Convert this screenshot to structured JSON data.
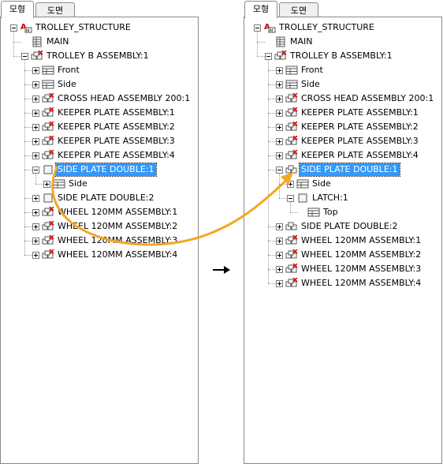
{
  "tabs": [
    "모형",
    "도면"
  ],
  "left_tree": [
    {
      "label": "TROLLEY_STRUCTURE",
      "depth": 0,
      "icon": "model-root-icon",
      "exp": "minus"
    },
    {
      "label": "MAIN",
      "depth": 1,
      "icon": "sheet-table-icon",
      "exp": "none"
    },
    {
      "label": "TROLLEY B ASSEMBLY:1",
      "depth": 1,
      "icon": "assembly-x-icon",
      "exp": "minus"
    },
    {
      "label": "Front",
      "depth": 2,
      "icon": "view-icon",
      "exp": "plus"
    },
    {
      "label": "Side",
      "depth": 2,
      "icon": "view-icon",
      "exp": "plus"
    },
    {
      "label": "CROSS HEAD ASSEMBLY 200:1",
      "depth": 2,
      "icon": "assembly-x-icon",
      "exp": "plus"
    },
    {
      "label": "KEEPER PLATE ASSEMBLY:1",
      "depth": 2,
      "icon": "assembly-x-icon",
      "exp": "plus"
    },
    {
      "label": "KEEPER PLATE ASSEMBLY:2",
      "depth": 2,
      "icon": "assembly-x-icon",
      "exp": "plus"
    },
    {
      "label": "KEEPER PLATE ASSEMBLY:3",
      "depth": 2,
      "icon": "assembly-x-icon",
      "exp": "plus"
    },
    {
      "label": "KEEPER PLATE ASSEMBLY:4",
      "depth": 2,
      "icon": "assembly-x-icon",
      "exp": "plus"
    },
    {
      "label": "SIDE PLATE DOUBLE:1",
      "depth": 2,
      "icon": "part-icon",
      "exp": "minus",
      "selected": true
    },
    {
      "label": "Side",
      "depth": 3,
      "icon": "view-icon",
      "exp": "plus"
    },
    {
      "label": "SIDE PLATE DOUBLE:2",
      "depth": 2,
      "icon": "part-icon",
      "exp": "plus"
    },
    {
      "label": "WHEEL 120MM ASSEMBLY:1",
      "depth": 2,
      "icon": "assembly-x-icon",
      "exp": "plus"
    },
    {
      "label": "WHEEL 120MM ASSEMBLY:2",
      "depth": 2,
      "icon": "assembly-x-icon",
      "exp": "plus"
    },
    {
      "label": "WHEEL 120MM ASSEMBLY:3",
      "depth": 2,
      "icon": "assembly-x-icon",
      "exp": "plus"
    },
    {
      "label": "WHEEL 120MM ASSEMBLY:4",
      "depth": 2,
      "icon": "assembly-x-icon",
      "exp": "plus"
    }
  ],
  "right_tree": [
    {
      "label": "TROLLEY_STRUCTURE",
      "depth": 0,
      "icon": "model-root-icon",
      "exp": "minus"
    },
    {
      "label": "MAIN",
      "depth": 1,
      "icon": "sheet-table-icon",
      "exp": "none"
    },
    {
      "label": "TROLLEY B ASSEMBLY:1",
      "depth": 1,
      "icon": "assembly-x-icon",
      "exp": "minus"
    },
    {
      "label": "Front",
      "depth": 2,
      "icon": "view-icon",
      "exp": "plus"
    },
    {
      "label": "Side",
      "depth": 2,
      "icon": "view-icon",
      "exp": "plus"
    },
    {
      "label": "CROSS HEAD ASSEMBLY 200:1",
      "depth": 2,
      "icon": "assembly-x-icon",
      "exp": "plus"
    },
    {
      "label": "KEEPER PLATE ASSEMBLY:1",
      "depth": 2,
      "icon": "assembly-x-icon",
      "exp": "plus"
    },
    {
      "label": "KEEPER PLATE ASSEMBLY:2",
      "depth": 2,
      "icon": "assembly-x-icon",
      "exp": "plus"
    },
    {
      "label": "KEEPER PLATE ASSEMBLY:3",
      "depth": 2,
      "icon": "assembly-x-icon",
      "exp": "plus"
    },
    {
      "label": "KEEPER PLATE ASSEMBLY:4",
      "depth": 2,
      "icon": "assembly-x-icon",
      "exp": "plus"
    },
    {
      "label": "SIDE PLATE DOUBLE:1",
      "depth": 2,
      "icon": "assembly-icon",
      "exp": "minus",
      "selected": true
    },
    {
      "label": "Side",
      "depth": 3,
      "icon": "view-icon",
      "exp": "plus"
    },
    {
      "label": "LATCH:1",
      "depth": 3,
      "icon": "part-icon",
      "exp": "minus"
    },
    {
      "label": "Top",
      "depth": 4,
      "icon": "view-icon",
      "exp": "none"
    },
    {
      "label": "SIDE PLATE DOUBLE:2",
      "depth": 2,
      "icon": "assembly-icon",
      "exp": "plus"
    },
    {
      "label": "WHEEL 120MM ASSEMBLY:1",
      "depth": 2,
      "icon": "assembly-x-icon",
      "exp": "plus"
    },
    {
      "label": "WHEEL 120MM ASSEMBLY:2",
      "depth": 2,
      "icon": "assembly-x-icon",
      "exp": "plus"
    },
    {
      "label": "WHEEL 120MM ASSEMBLY:3",
      "depth": 2,
      "icon": "assembly-x-icon",
      "exp": "plus"
    },
    {
      "label": "WHEEL 120MM ASSEMBLY:4",
      "depth": 2,
      "icon": "assembly-x-icon",
      "exp": "plus"
    }
  ],
  "colors": {
    "selection": "#3399ff",
    "arrow": "#f5a623",
    "frame": "#8a8a8a"
  }
}
